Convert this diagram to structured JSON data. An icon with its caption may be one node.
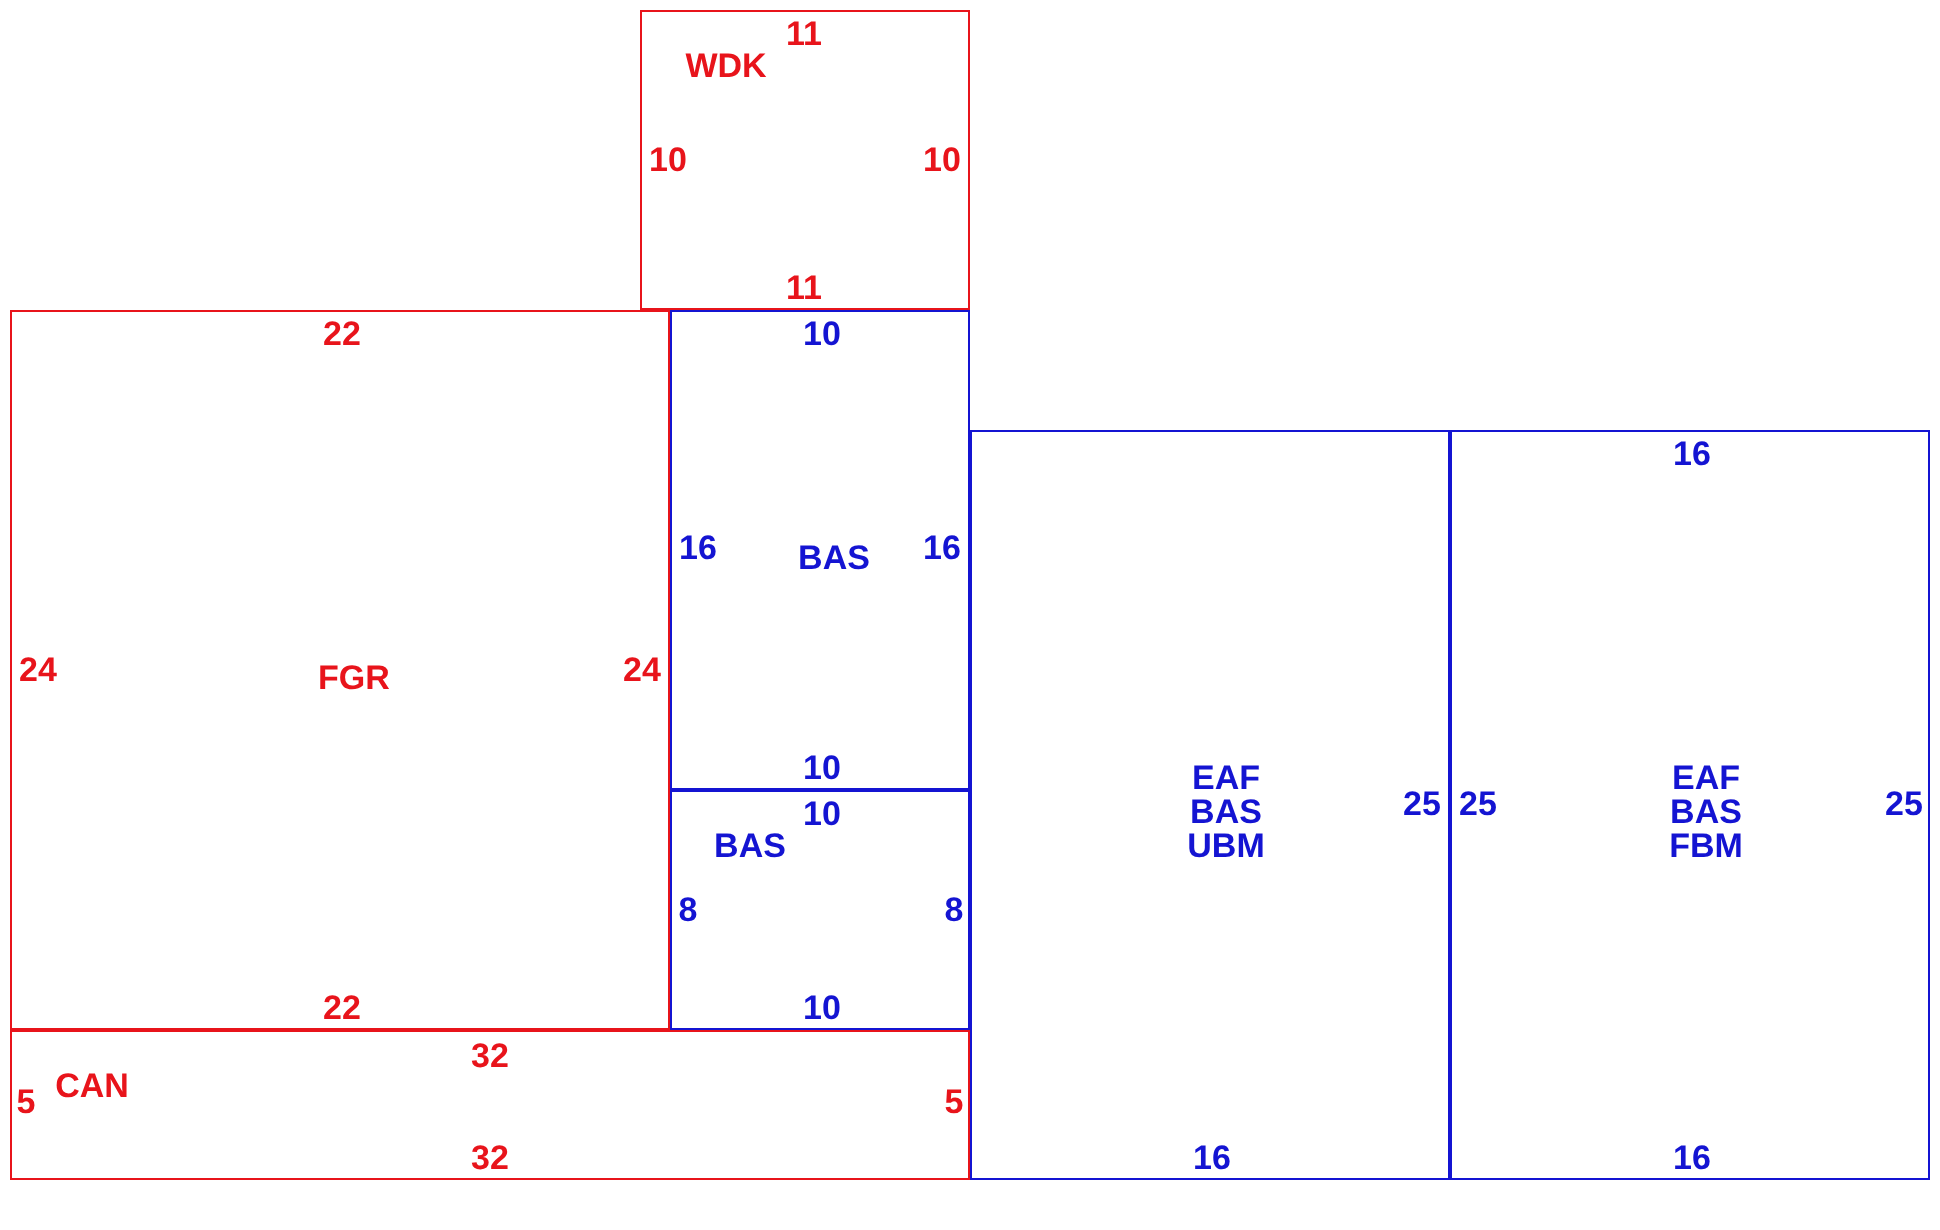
{
  "diagram": {
    "nodes": [
      {
        "text": [
          "WDK",
          "11",
          "10",
          "10",
          "11"
        ]
      },
      {
        "text": [
          "FGR",
          "22",
          "24",
          "24",
          "22"
        ]
      },
      {
        "text": [
          "BAS",
          "10",
          "16",
          "16",
          "10"
        ]
      },
      {
        "text": [
          "EAF BAS UBM",
          "25",
          "16"
        ]
      },
      {
        "text": [
          "EAF BAS FBM",
          "16",
          "25",
          "25",
          "16"
        ]
      },
      {
        "text": [
          "BAS",
          "10",
          "8",
          "8",
          "10"
        ]
      },
      {
        "text": [
          "CAN",
          "32",
          "5",
          "5",
          "32"
        ]
      }
    ]
  }
}
